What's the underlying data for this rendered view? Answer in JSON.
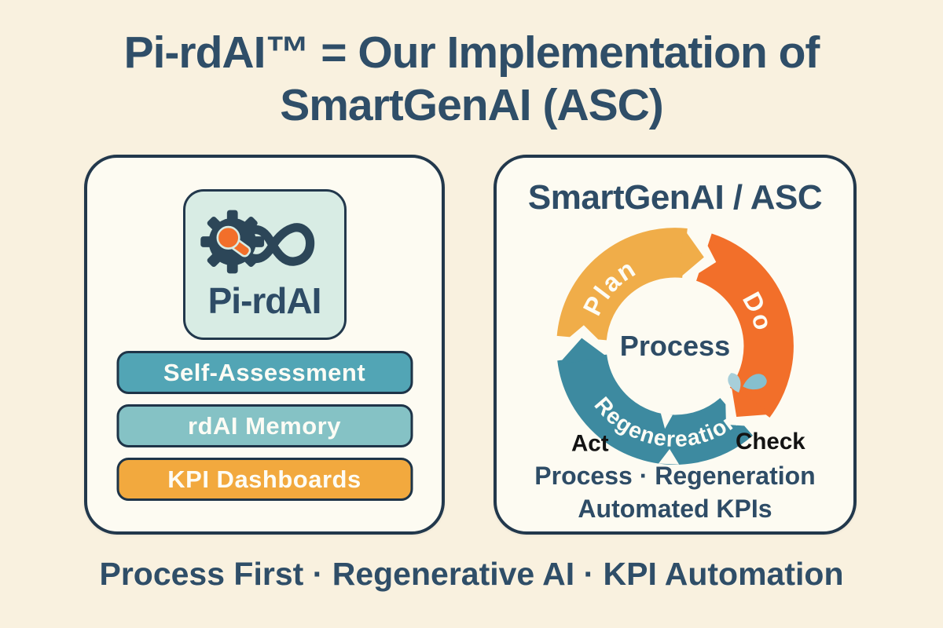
{
  "page": {
    "title_line1": "Pi-rdAI™ = Our Implementation of",
    "title_line2": "SmartGenAI (ASC)",
    "footer": "Process First · Regenerative AI ·  KPI Automation",
    "background_color": "#f9f1df",
    "ink_color": "#2f4e68"
  },
  "left_card": {
    "logo_label": "Pi-rdAI",
    "logo_icon": "gear-infinity-icon",
    "logo_box_color": "#d8ece4",
    "gear_color": "#2c4658",
    "key_color": "#f26f2a",
    "buttons": [
      {
        "label": "Self-Assessment",
        "color": "#52a5b5"
      },
      {
        "label": "rdAI Memory",
        "color": "#85c2c5"
      },
      {
        "label": "KPI Dashboards",
        "color": "#f2a93e"
      }
    ]
  },
  "right_card": {
    "title": "SmartGenAI / ASC",
    "cycle": {
      "center_label": "Process",
      "segments": [
        {
          "label": "Plan",
          "color": "#f0ad49"
        },
        {
          "label": "Do",
          "color": "#f26f2a"
        },
        {
          "label": "Regenereation",
          "color": "#3d8aa0"
        }
      ],
      "outer_labels": [
        "Act",
        "Check"
      ],
      "leaf_icon": "leaf-icon",
      "leaf_color": "#86bfce",
      "label_text_color": "#fdfcf5"
    },
    "footer_line1": "Process · Regeneration",
    "footer_line2": "Automated KPIs"
  }
}
